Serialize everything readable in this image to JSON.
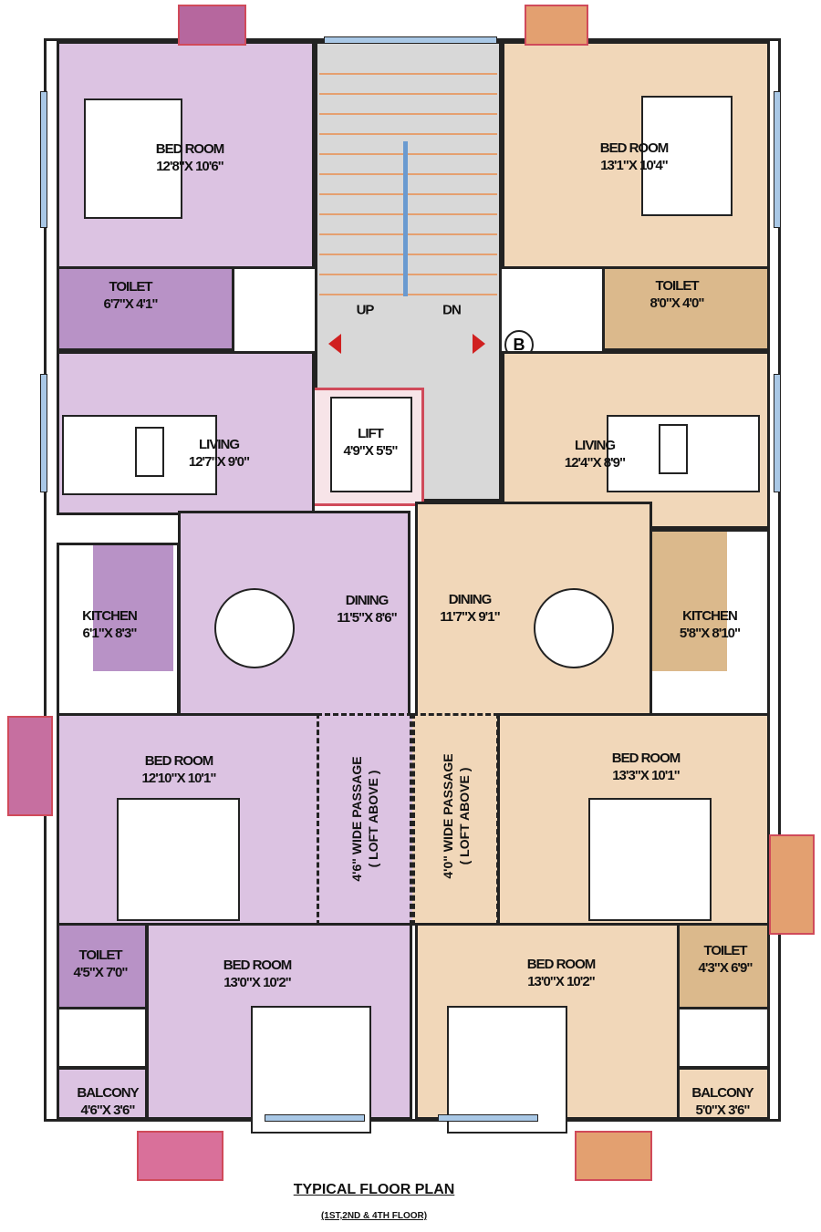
{
  "core": {
    "stair_up": "UP",
    "stair_down": "DN",
    "lift": {
      "name": "LIFT",
      "size": "4'9\"X 5'5\""
    },
    "marker": "B"
  },
  "left_unit": {
    "bedroom1": {
      "name": "BED ROOM",
      "size": "12'8\"X 10'6\""
    },
    "toilet1": {
      "name": "TOILET",
      "size": "6'7\"X 4'1\""
    },
    "living": {
      "name": "LIVING",
      "size": "12'7\"X 9'0\""
    },
    "kitchen": {
      "name": "KITCHEN",
      "size": "6'1\"X 8'3\""
    },
    "dining": {
      "name": "DINING",
      "size": "11'5\"X 8'6\""
    },
    "bedroom2": {
      "name": "BED ROOM",
      "size": "12'10\"X 10'1\""
    },
    "passage": {
      "line1": "4'6\" WIDE PASSAGE",
      "line2": "( LOFT ABOVE )"
    },
    "toilet2": {
      "name": "TOILET",
      "size": "4'5\"X 7'0\""
    },
    "bedroom3": {
      "name": "BED ROOM",
      "size": "13'0\"X 10'2\""
    },
    "balcony": {
      "name": "BALCONY",
      "size": "4'6\"X 3'6\""
    }
  },
  "right_unit": {
    "bedroom1": {
      "name": "BED ROOM",
      "size": "13'1\"X 10'4\""
    },
    "toilet1": {
      "name": "TOILET",
      "size": "8'0\"X 4'0\""
    },
    "living": {
      "name": "LIVING",
      "size": "12'4\"X 8'9\""
    },
    "kitchen": {
      "name": "KITCHEN",
      "size": "5'8\"X 8'10\""
    },
    "dining": {
      "name": "DINING",
      "size": "11'7\"X 9'1\""
    },
    "bedroom2": {
      "name": "BED ROOM",
      "size": "13'3\"X 10'1\""
    },
    "passage": {
      "line1": "4'0\" WIDE PASSAGE",
      "line2": "( LOFT ABOVE )"
    },
    "toilet2": {
      "name": "TOILET",
      "size": "4'3\"X 6'9\""
    },
    "bedroom3": {
      "name": "BED ROOM",
      "size": "13'0\"X 10'2\""
    },
    "balcony": {
      "name": "BALCONY",
      "size": "5'0\"X 3'6\""
    }
  },
  "title": "TYPICAL FLOOR PLAN",
  "subtitle": "(1ST,2ND & 4TH FLOOR)",
  "colors": {
    "left_unit": "#dcc3e2",
    "right_unit": "#f1d7b9",
    "core": "#d8d8d8",
    "window": "#f4b9c4"
  }
}
